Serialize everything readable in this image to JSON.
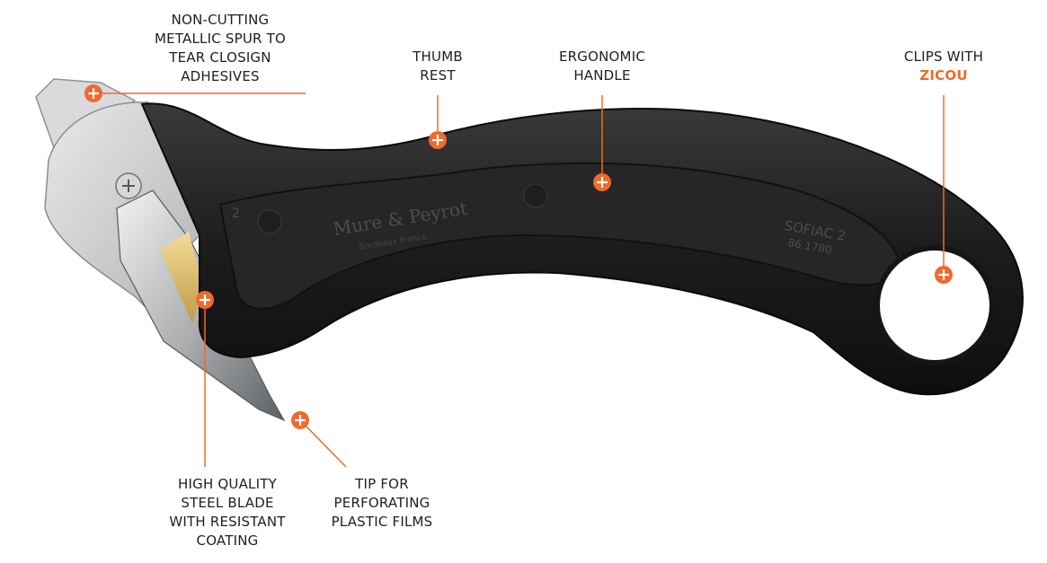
{
  "colors": {
    "accent": "#ef6a2c",
    "handle": "#222222",
    "metal": "#c9cbcd",
    "text": "#1f1f1f"
  },
  "product_marking": {
    "brand": "Mure & Peyrot",
    "sub": "Bordeaux France",
    "model": "SOFIAC 2",
    "code": "86.1780",
    "mold_number": "2"
  },
  "callouts": {
    "spur": {
      "lines": [
        "NON-CUTTING",
        "METALLIC SPUR TO",
        "TEAR CLOSIGN",
        "ADHESIVES"
      ]
    },
    "thumb": {
      "lines": [
        "THUMB",
        "REST"
      ]
    },
    "handle": {
      "lines": [
        "ERGONOMIC",
        "HANDLE"
      ]
    },
    "clips": {
      "lines": [
        "CLIPS WITH"
      ],
      "highlight": "ZICOU"
    },
    "blade": {
      "lines": [
        "HIGH QUALITY",
        "STEEL BLADE",
        "WITH RESISTANT",
        "COATING"
      ]
    },
    "tip": {
      "lines": [
        "TIP FOR",
        "PERFORATING",
        "PLASTIC FILMS"
      ]
    }
  },
  "icons": {
    "marker": "plus-circle-icon"
  }
}
